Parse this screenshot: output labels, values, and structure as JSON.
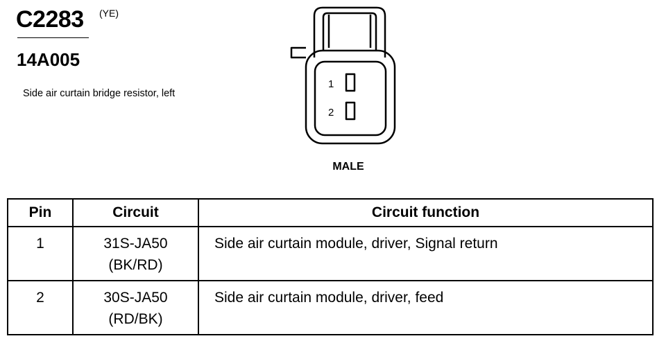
{
  "connector": {
    "id": "C2283",
    "color_code": "(YE)",
    "part_number": "14A005",
    "description": "Side air curtain bridge resistor, left",
    "gender": "MALE",
    "pin_labels": [
      "1",
      "2"
    ]
  },
  "table": {
    "headers": [
      "Pin",
      "Circuit",
      "Circuit function"
    ],
    "rows": [
      {
        "pin": "1",
        "circuit": "31S-JA50",
        "wire_color": "(BK/RD)",
        "function": "Side air curtain module, driver, Signal return"
      },
      {
        "pin": "2",
        "circuit": "30S-JA50",
        "wire_color": "(RD/BK)",
        "function": "Side air curtain module, driver, feed"
      }
    ]
  }
}
